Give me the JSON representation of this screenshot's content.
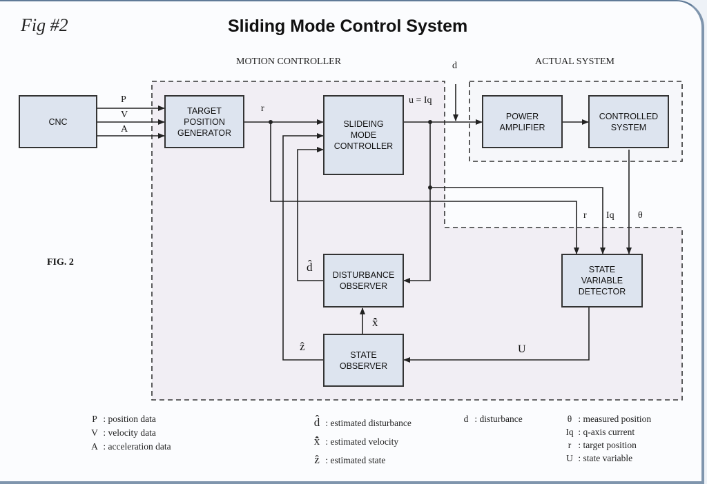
{
  "header": {
    "fig_tag": "Fig #2",
    "title": "Sliding Mode Control System"
  },
  "sections": {
    "motion_controller": "MOTION CONTROLLER",
    "actual_system": "ACTUAL SYSTEM"
  },
  "fig_label": "FIG. 2",
  "blocks": {
    "cnc": "CNC",
    "target_position_generator": "TARGET\nPOSITION\nGENERATOR",
    "sliding_mode_controller": "SLIDEING\nMODE\nCONTROLLER",
    "power_amplifier": "POWER\nAMPLIFIER",
    "controlled_system": "CONTROLLED\nSYSTEM",
    "disturbance_observer": "DISTURBANCE\nOBSERVER",
    "state_observer": "STATE\nOBSERVER",
    "state_variable_detector": "STATE\nVARIABLE\nDETECTOR"
  },
  "signals": {
    "p": "P",
    "v": "V",
    "a": "A",
    "r": "r",
    "u_iq": "u = Iq",
    "d": "d",
    "r2": "r",
    "iq": "Iq",
    "theta": "θ",
    "d_hat": "d̂",
    "x_hat_dot": "x̂̇",
    "z_hat": "ẑ",
    "u_state": "U"
  },
  "legend": {
    "col1": [
      {
        "symbol": "P",
        "text": ": position data"
      },
      {
        "symbol": "V",
        "text": ": velocity data"
      },
      {
        "symbol": "A",
        "text": ": acceleration data"
      }
    ],
    "col2": [
      {
        "symbol": "d̂",
        "text": ": estimated disturbance"
      },
      {
        "symbol": "x̂̇",
        "text": ": estimated velocity"
      },
      {
        "symbol": "ẑ",
        "text": ": estimated state"
      }
    ],
    "col3": [
      {
        "symbol": "d",
        "text": ": disturbance"
      }
    ],
    "col4": [
      {
        "symbol": "θ",
        "text": ": measured position"
      },
      {
        "symbol": "Iq",
        "text": ": q-axis current"
      },
      {
        "symbol": "r",
        "text": ": target position"
      },
      {
        "symbol": "U",
        "text": ": state variable"
      }
    ]
  }
}
